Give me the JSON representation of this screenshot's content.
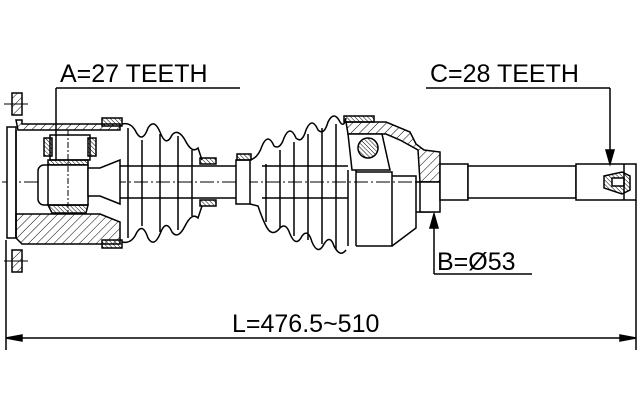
{
  "drawing": {
    "subject": "drive shaft assembly technical drawing",
    "labels": {
      "a": "A=27 TEETH",
      "b": "B=Ø53",
      "c": "C=28 TEETH",
      "l": "L=476.5~510"
    },
    "colors": {
      "line": "#000000",
      "background": "#ffffff"
    }
  }
}
